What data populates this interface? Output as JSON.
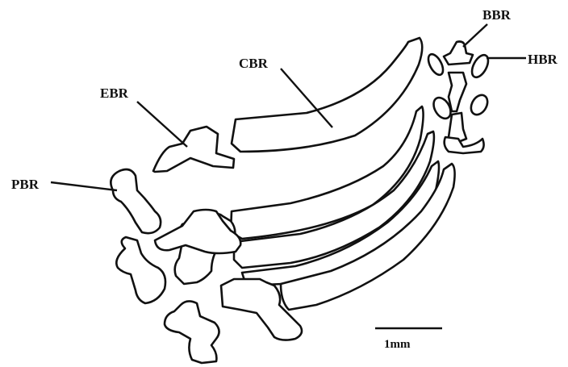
{
  "labels": {
    "bbr": "BBR",
    "hbr": "HBR",
    "cbr": "CBR",
    "ebr": "EBR",
    "pbr": "PBR"
  },
  "scale_bar": {
    "label": "1mm"
  }
}
